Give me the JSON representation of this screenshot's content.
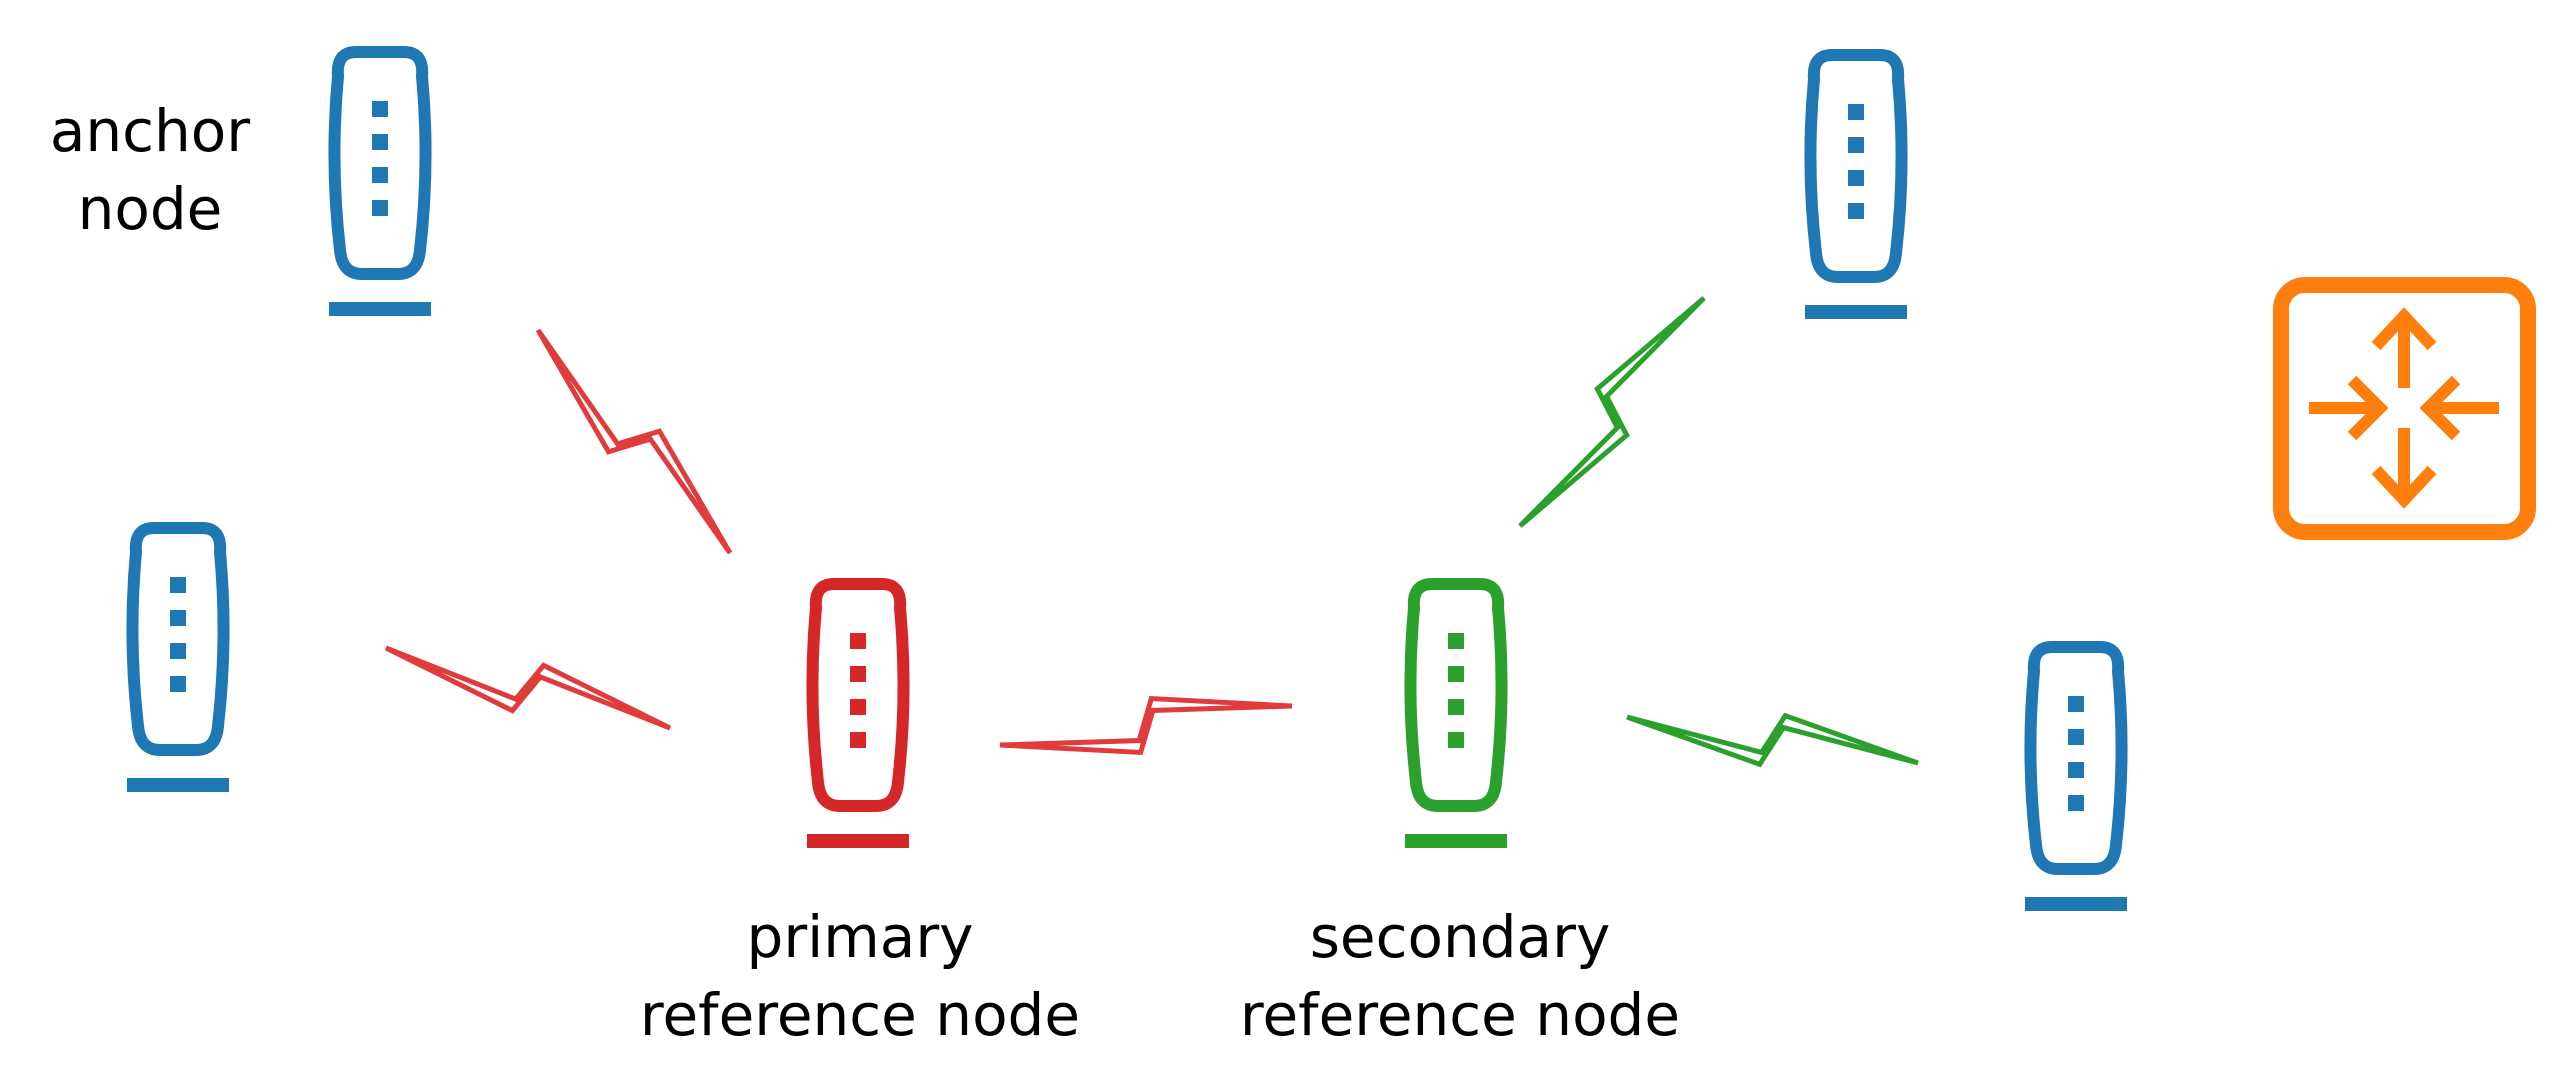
{
  "labels": {
    "anchor": [
      "anchor",
      "node"
    ],
    "primary": [
      "primary",
      "reference node"
    ],
    "secondary": [
      "secondary",
      "reference node"
    ]
  },
  "colors": {
    "anchor": "#1f77b4",
    "primary": "#d62728",
    "primary_link": "#e03c3c",
    "secondary": "#2ca02c",
    "gateway": "#ff7f0e"
  },
  "nodes": [
    {
      "id": "anchor-node-top-left",
      "role": "anchor"
    },
    {
      "id": "anchor-node-mid-left",
      "role": "anchor"
    },
    {
      "id": "primary-reference-node",
      "role": "primary"
    },
    {
      "id": "secondary-reference-node",
      "role": "secondary"
    },
    {
      "id": "anchor-node-top-right",
      "role": "anchor"
    },
    {
      "id": "anchor-node-bottom-right",
      "role": "anchor"
    }
  ],
  "links": [
    {
      "from": "anchor-node-top-left",
      "to": "primary-reference-node",
      "role": "primary"
    },
    {
      "from": "anchor-node-mid-left",
      "to": "primary-reference-node",
      "role": "primary"
    },
    {
      "from": "primary-reference-node",
      "to": "secondary-reference-node",
      "role": "primary"
    },
    {
      "from": "secondary-reference-node",
      "to": "anchor-node-top-right",
      "role": "secondary"
    },
    {
      "from": "secondary-reference-node",
      "to": "anchor-node-bottom-right",
      "role": "secondary"
    }
  ],
  "gateway": {
    "icon": "router-arrows-icon"
  }
}
